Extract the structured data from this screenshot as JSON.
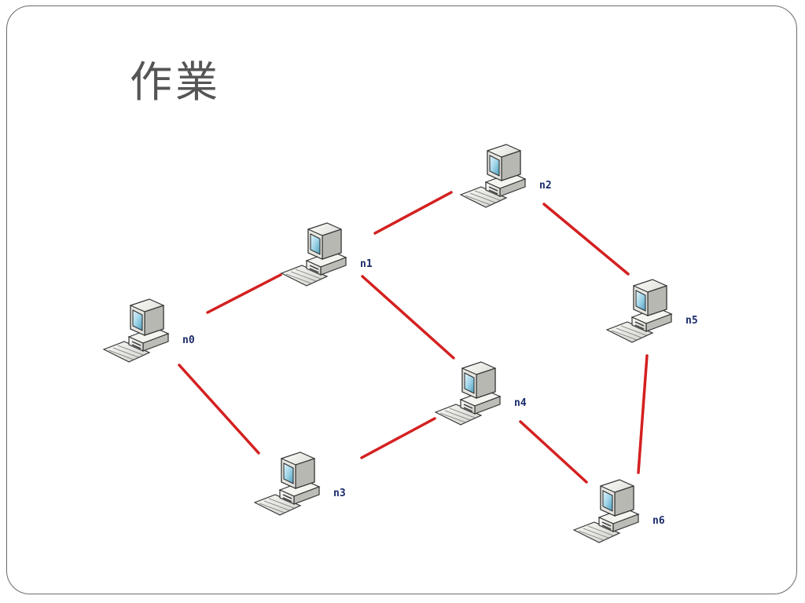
{
  "slide": {
    "title": "作業"
  },
  "diagram": {
    "link_color": "#d42020",
    "label_color": "#1a2a6c",
    "nodes": [
      {
        "id": "n0",
        "label": "n0",
        "icon": "computer-icon"
      },
      {
        "id": "n1",
        "label": "n1",
        "icon": "computer-icon"
      },
      {
        "id": "n2",
        "label": "n2",
        "icon": "computer-icon"
      },
      {
        "id": "n3",
        "label": "n3",
        "icon": "computer-icon"
      },
      {
        "id": "n4",
        "label": "n4",
        "icon": "computer-icon"
      },
      {
        "id": "n5",
        "label": "n5",
        "icon": "computer-icon"
      },
      {
        "id": "n6",
        "label": "n6",
        "icon": "computer-icon"
      }
    ],
    "links": [
      {
        "from": "n0",
        "to": "n1"
      },
      {
        "from": "n1",
        "to": "n2"
      },
      {
        "from": "n2",
        "to": "n5"
      },
      {
        "from": "n1",
        "to": "n4"
      },
      {
        "from": "n0",
        "to": "n3"
      },
      {
        "from": "n3",
        "to": "n4"
      },
      {
        "from": "n4",
        "to": "n6"
      },
      {
        "from": "n5",
        "to": "n6"
      }
    ]
  }
}
